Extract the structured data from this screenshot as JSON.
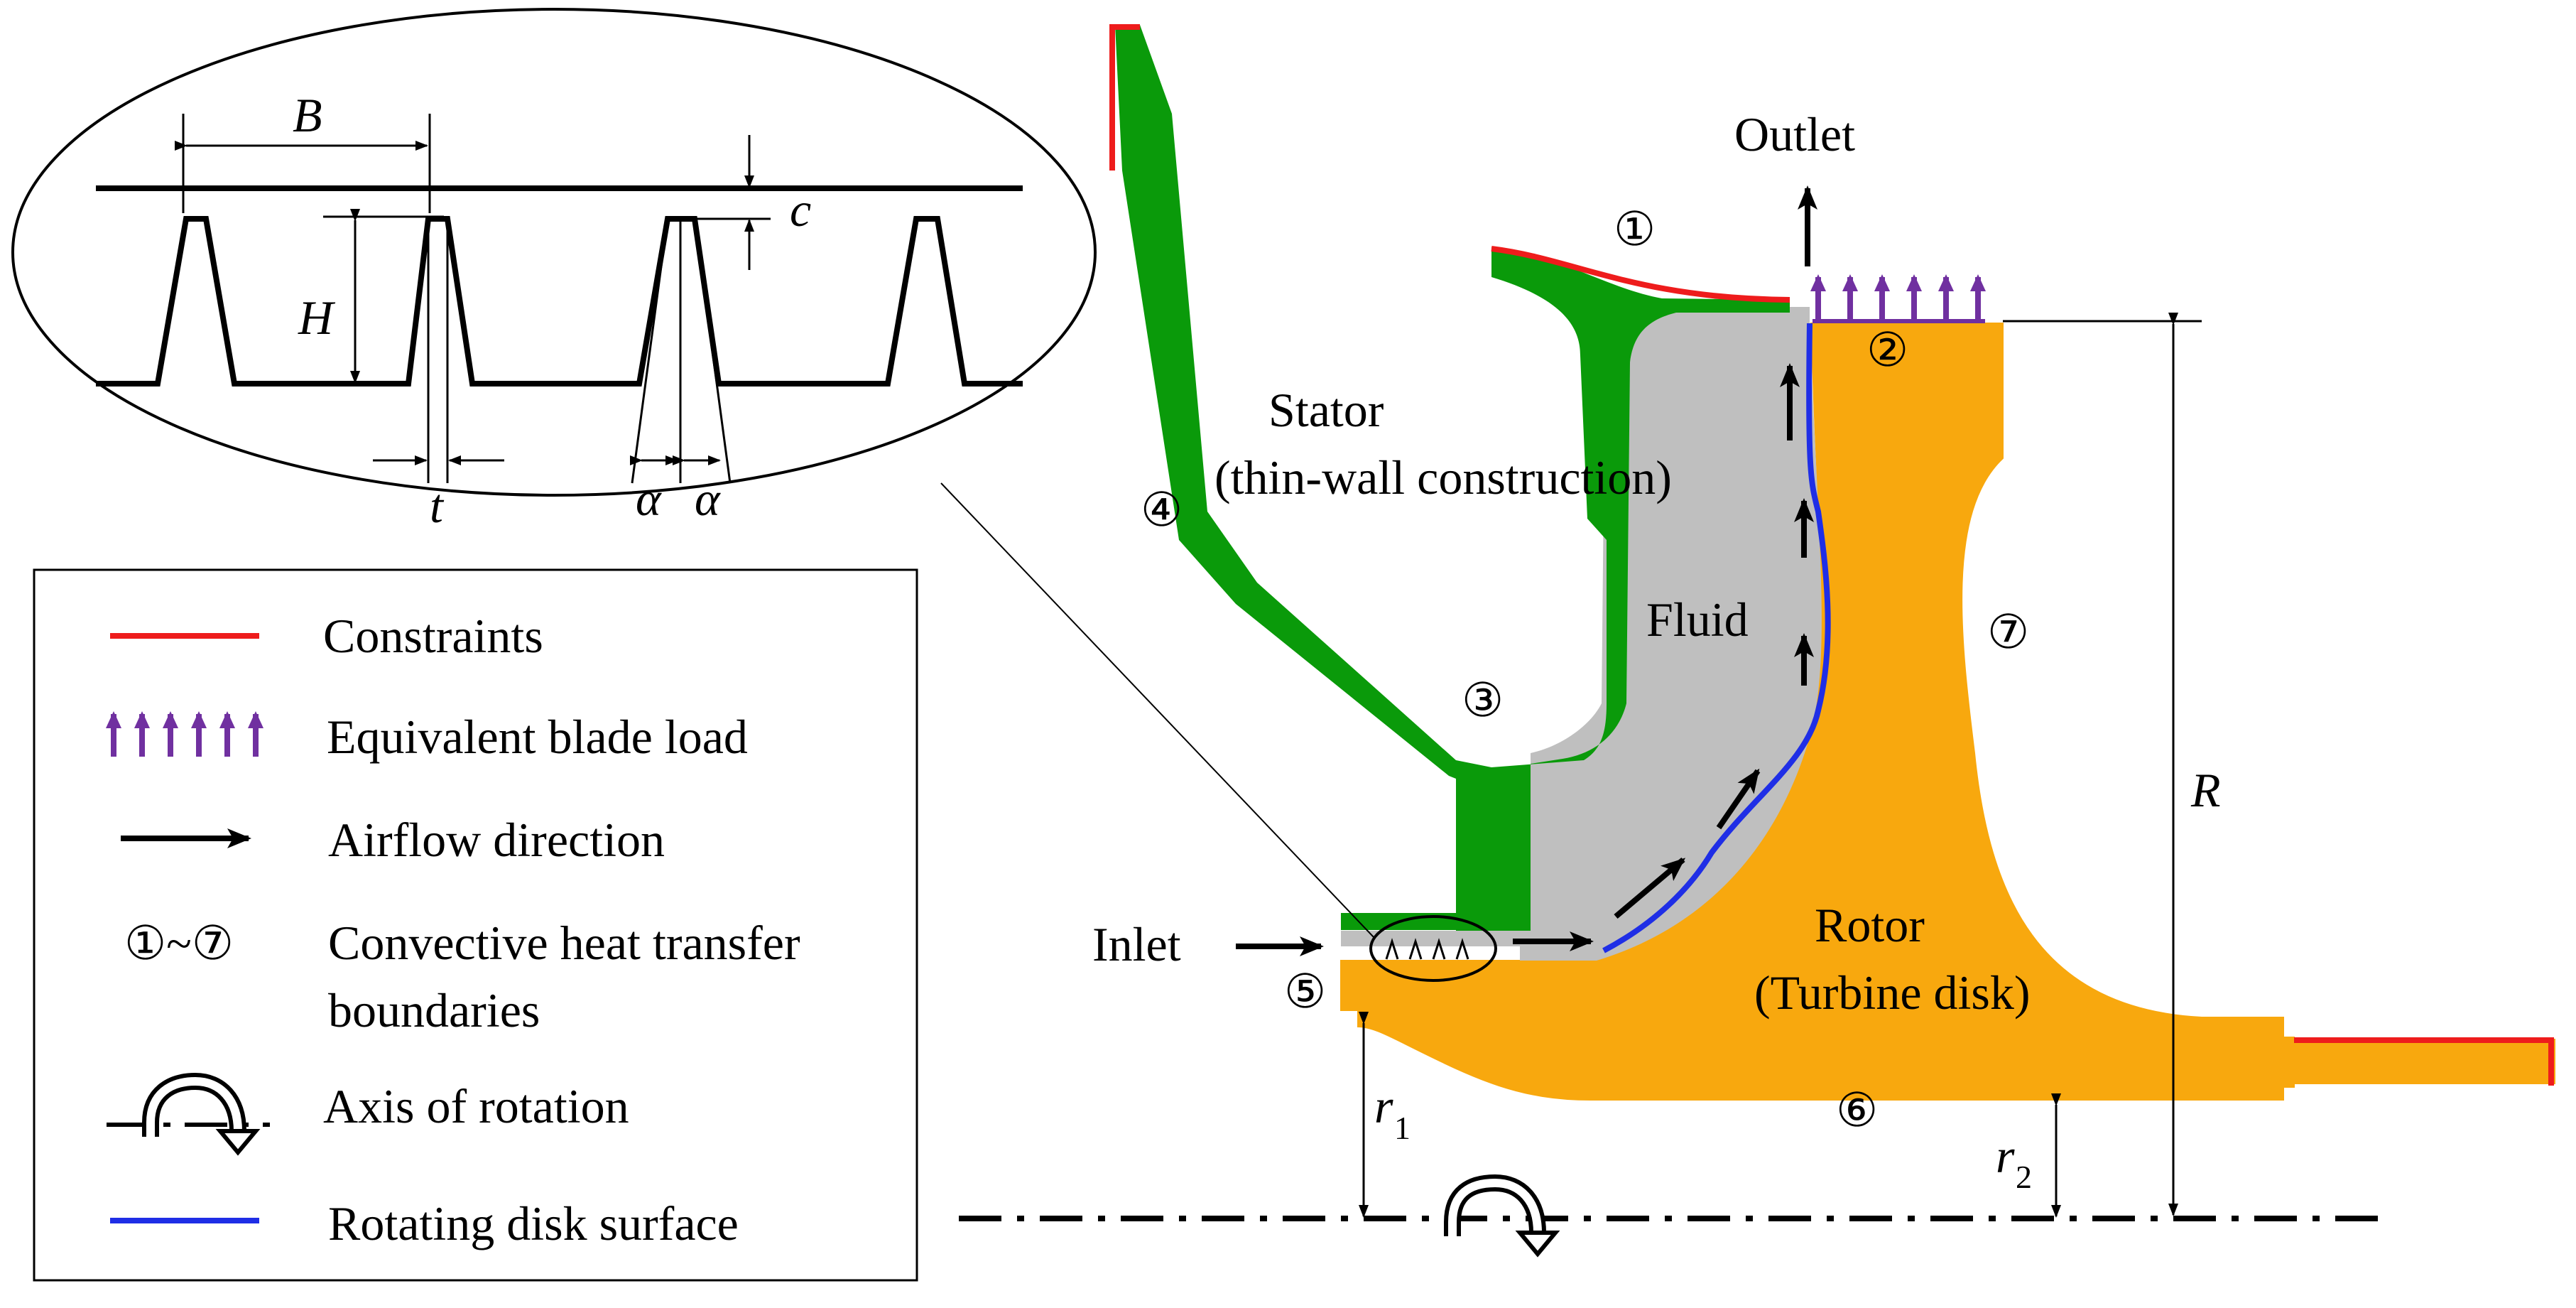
{
  "labels": {
    "outlet": "Outlet",
    "inlet": "Inlet",
    "stator_line1": "Stator",
    "stator_line2": "(thin-wall construction)",
    "fluid": "Fluid",
    "rotor_line1": "Rotor",
    "rotor_line2": "(Turbine disk)"
  },
  "dimensions": {
    "R": "R",
    "r": "r",
    "r1_sub": "1",
    "r2_sub": "2"
  },
  "boundaries": [
    "①",
    "②",
    "③",
    "④",
    "⑤",
    "⑥",
    "⑦"
  ],
  "seal_detail": {
    "B": "B",
    "H": "H",
    "c": "c",
    "t": "t",
    "alpha": "α"
  },
  "legend": {
    "items": [
      {
        "label": "Constraints",
        "symbol": "red-line"
      },
      {
        "label": "Equivalent blade load",
        "symbol": "purple-arrows"
      },
      {
        "label": "Airflow direction",
        "symbol": "black-arrow"
      },
      {
        "symbol_text": "①~⑦",
        "label_line1": "Convective heat transfer",
        "label_line2": "boundaries",
        "symbol": "circled-range"
      },
      {
        "label": "Axis of rotation",
        "symbol": "rotation-arrow"
      },
      {
        "label": "Rotating disk surface",
        "symbol": "blue-line"
      }
    ]
  },
  "colors": {
    "stator": "#0a9a0a",
    "rotor": "#f8a80e",
    "fluid": "#bfbfbf",
    "constraint": "#ee1c1c",
    "blade_load": "#7030a0",
    "rotating_surface": "#1f2ee6",
    "line": "#000000"
  }
}
